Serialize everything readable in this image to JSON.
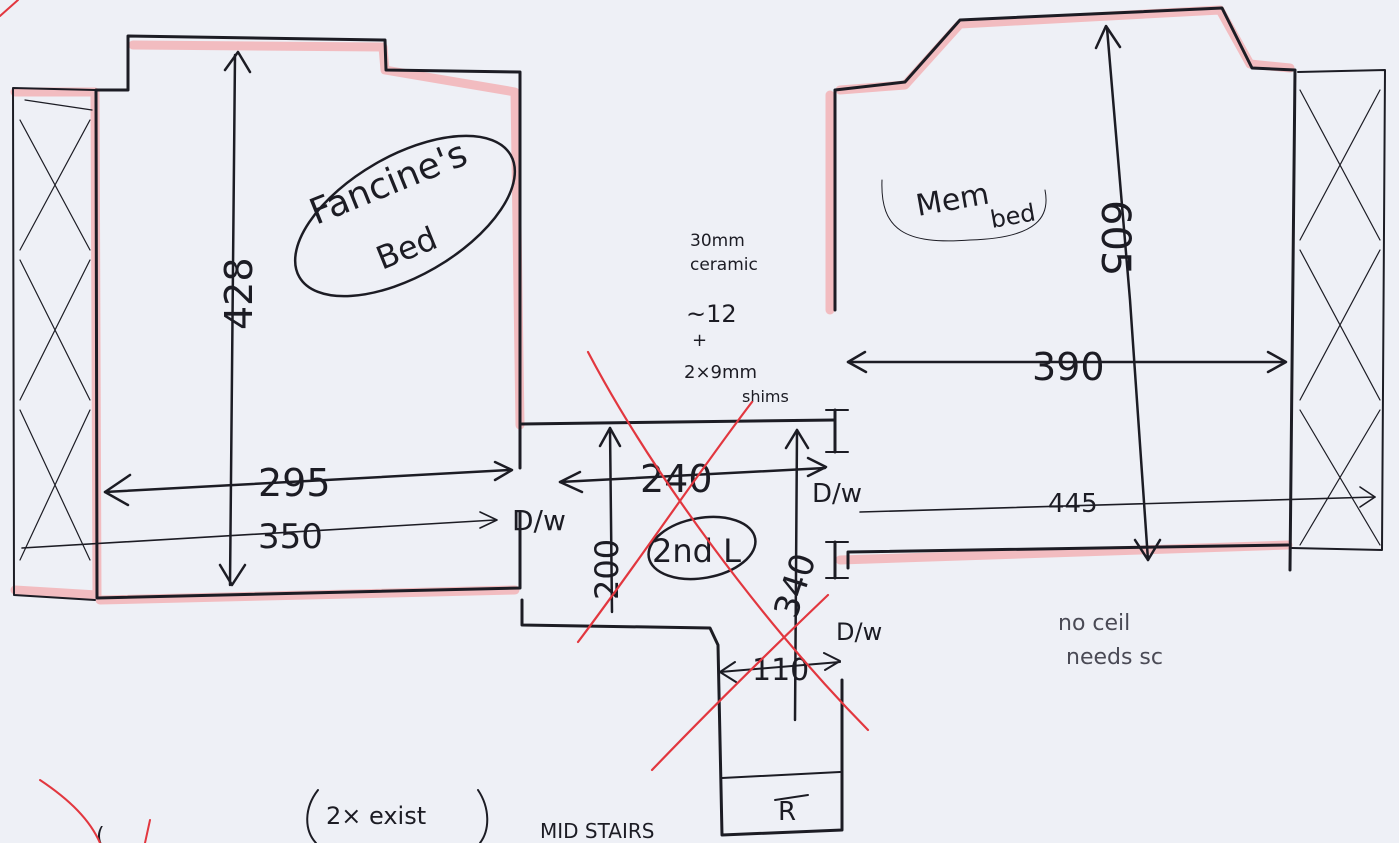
{
  "colors": {
    "paper": "#eef0f6",
    "ink": "#1c1c24",
    "highlight": "#f2b3b6",
    "cross": "#e2373f"
  },
  "rooms": {
    "left_bedroom": {
      "label_line1": "Fancine's",
      "label_line2": "Bed",
      "height_dim": "428",
      "width_dim": "295",
      "width_dim_outer": "350"
    },
    "right_bedroom": {
      "label_line1": "Mem",
      "label_line2": "bed",
      "height_dim": "605",
      "width_dim": "390",
      "width_dim_outer": "445"
    },
    "landing": {
      "label": "2nd L",
      "width_dim": "240",
      "height_left_dim": "200",
      "height_right_dim": "340",
      "stair_width_dim": "110",
      "stair_label": "R"
    }
  },
  "doors": {
    "left": "D/w",
    "right": "D/w",
    "stair": "D/w"
  },
  "notes": {
    "ceramic_line1": "30mm",
    "ceramic_line2": "ceramic",
    "ceramic_line3": "~12",
    "ceramic_line4": "+",
    "ceramic_line5": "2×9mm",
    "ceramic_line6": "shims",
    "right_note_line1": "no ceil",
    "right_note_line2": "needs sc",
    "bottom_left_1": "2× exist",
    "bottom_left_2": "(",
    "bottom_mid": "MID STAIRS"
  }
}
